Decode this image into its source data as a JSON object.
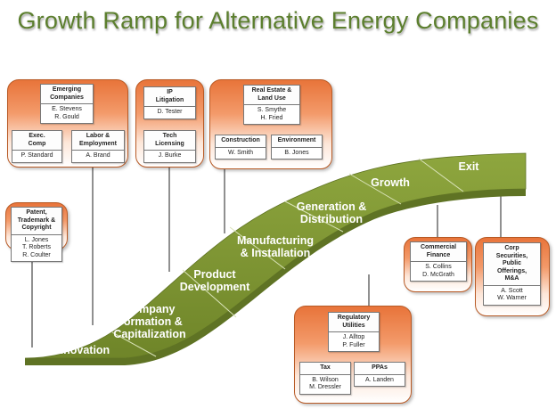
{
  "title": "Growth Ramp for Alternative Energy Companies",
  "colors": {
    "ramp": "#7d9431",
    "ramp_side": "#5f7324",
    "title": "#5c7f2e",
    "box": "#e8743a"
  },
  "stages": [
    {
      "line1": "Innovation",
      "line2": ""
    },
    {
      "line1": "Company",
      "line2": "Formation &",
      "line3": "Capitalization"
    },
    {
      "line1": "Product",
      "line2": "Development"
    },
    {
      "line1": "Manufacturing",
      "line2": "& Installation"
    },
    {
      "line1": "Generation &",
      "line2": "Distribution"
    },
    {
      "line1": "Growth",
      "line2": ""
    },
    {
      "line1": "Exit",
      "line2": ""
    }
  ],
  "groups": {
    "emerging": {
      "emerging_companies": {
        "title_1": "Emerging",
        "title_2": "Companies",
        "names": [
          "E. Stevens",
          "R. Gould"
        ]
      },
      "exec_comp": {
        "title_1": "Exec.",
        "title_2": "Comp",
        "names": [
          "P. Standard"
        ]
      },
      "labor": {
        "title_1": "Labor &",
        "title_2": "Employment",
        "names": [
          "A. Brand"
        ]
      }
    },
    "ip": {
      "ip_litigation": {
        "title_1": "IP",
        "title_2": "Litigation",
        "names": [
          "D. Tester"
        ]
      },
      "tech_licensing": {
        "title_1": "Tech",
        "title_2": "Licensing",
        "names": [
          "J. Burke"
        ]
      }
    },
    "real_estate": {
      "real_estate_land": {
        "title_1": "Real Estate &",
        "title_2": "Land Use",
        "names": [
          "S. Smythe",
          "H. Fried"
        ]
      },
      "construction": {
        "title_1": "Construction",
        "names": [
          "W. Smith"
        ]
      },
      "environment": {
        "title_1": "Environment",
        "names": [
          "B. Jones"
        ]
      }
    },
    "patent": {
      "patent": {
        "title_1": "Patent,",
        "title_2": "Trademark &",
        "title_3": "Copyright",
        "names": [
          "L. Jones",
          "T. Roberts",
          "R. Coulter"
        ]
      }
    },
    "regulatory": {
      "regulatory_utilities": {
        "title_1": "Regulatory",
        "title_2": "Utilities",
        "names": [
          "J. Alltop",
          "P. Fuller"
        ]
      },
      "tax": {
        "title_1": "Tax",
        "names": [
          "B. Wilson",
          "M. Dressler"
        ]
      },
      "ppas": {
        "title_1": "PPAs",
        "names": [
          "A. Landen"
        ]
      }
    },
    "commercial": {
      "commercial_finance": {
        "title_1": "Commercial",
        "title_2": "Finance",
        "names": [
          "S. Collins",
          "D. McGrath"
        ]
      }
    },
    "corp": {
      "corp_securities": {
        "title_1": "Corp",
        "title_2": "Securities,",
        "title_3": "Public",
        "title_4": "Offerings,",
        "title_5": "M&A",
        "names": [
          "A. Scott",
          "W. Warner"
        ]
      }
    }
  }
}
